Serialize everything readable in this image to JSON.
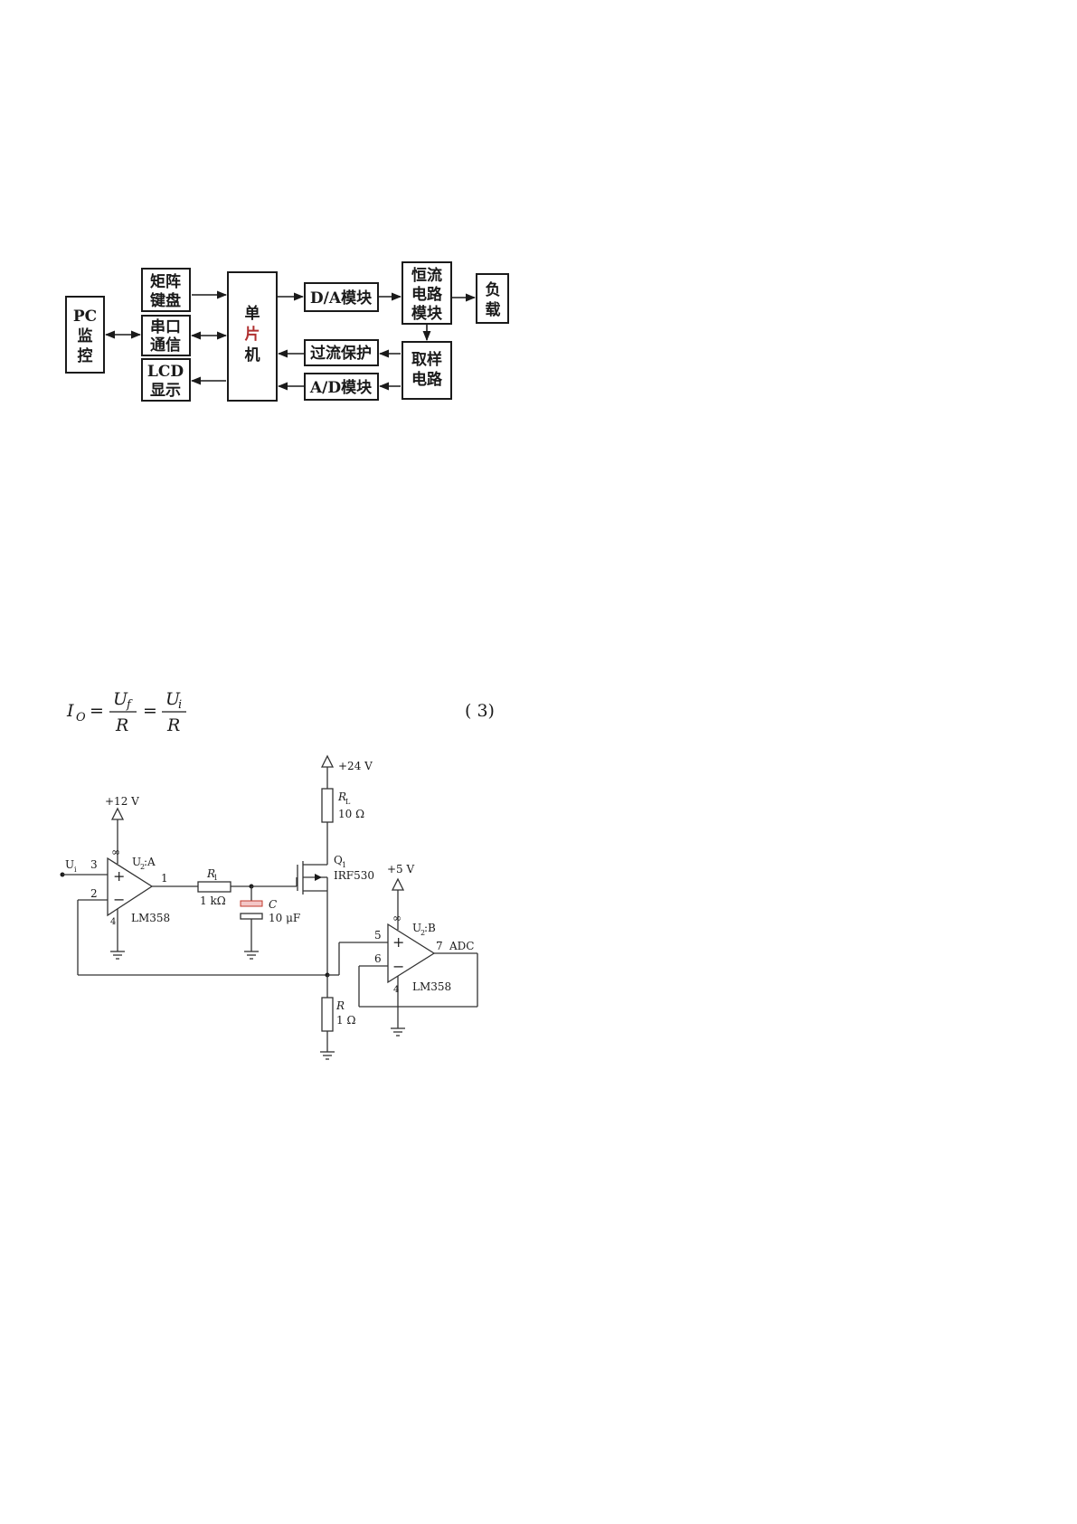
{
  "block_diagram": {
    "pc": [
      "PC",
      "监",
      "控"
    ],
    "keyboard": [
      "矩阵",
      "键盘"
    ],
    "serial": [
      "串口",
      "通信"
    ],
    "lcd": [
      "LCD",
      "显示"
    ],
    "mcu": [
      "单",
      "片",
      "机"
    ],
    "da": "D/A模块",
    "overcurrent": "过流保护",
    "ad": "A/D模块",
    "constant_current": [
      "恒流",
      "电路",
      "模块"
    ],
    "sampling": [
      "取样",
      "电路"
    ],
    "load": [
      "负",
      "载"
    ]
  },
  "equation": {
    "lhs_main": "I",
    "lhs_sub": "O",
    "eq1": "=",
    "num1_main": "U",
    "num1_sub": "f",
    "den1": "R",
    "eq2": "=",
    "num2_main": "U",
    "num2_sub": "i",
    "den2": "R",
    "number": "( 3)"
  },
  "schematic": {
    "vcc24": "+24 V",
    "rl_name": "R",
    "rl_sub": "L",
    "rl_value": "10 Ω",
    "vcc12": "+12 V",
    "ui_main": "U",
    "ui_sub": "i",
    "pin3": "3",
    "pin2": "2",
    "pin1": "1",
    "inf_a": "∞",
    "pin4_a": "4",
    "u2a_main": "U",
    "u2a_sub": "2",
    "u2a_rest": ":A",
    "lm358_a": "LM358",
    "r1_name": "R",
    "r1_sub": "1",
    "r1_value": "1 kΩ",
    "c_name": "C",
    "c_value": "10 μF",
    "q1_main": "Q",
    "q1_sub": "1",
    "irf530": "IRF530",
    "vcc5": "+5 V",
    "inf_b": "∞",
    "u2b_main": "U",
    "u2b_sub": "2",
    "u2b_rest": ":B",
    "pin5": "5",
    "pin6": "6",
    "pin7": "7",
    "pin4_b": "4",
    "adc": "ADC",
    "lm358_b": "LM358",
    "r_name": "R",
    "r_value": "1 Ω",
    "plus": "+",
    "minus": "−"
  }
}
